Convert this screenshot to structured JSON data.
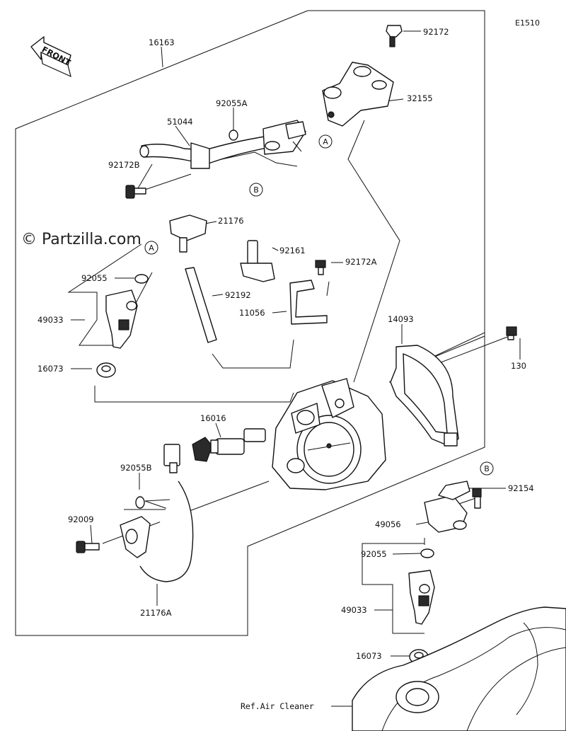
{
  "diagram": {
    "code": "E1510",
    "watermark": "© Partzilla.com",
    "front_label": "FRONT",
    "ref_note": "Ref.Air Cleaner",
    "markers": [
      "A",
      "B"
    ],
    "parts": [
      {
        "number": "16163"
      },
      {
        "number": "92172"
      },
      {
        "number": "32155"
      },
      {
        "number": "92055A"
      },
      {
        "number": "51044"
      },
      {
        "number": "92172B"
      },
      {
        "number": "21176"
      },
      {
        "number": "92161"
      },
      {
        "number": "92172A"
      },
      {
        "number": "92055"
      },
      {
        "number": "92192"
      },
      {
        "number": "49033"
      },
      {
        "number": "11056"
      },
      {
        "number": "14093"
      },
      {
        "number": "16073"
      },
      {
        "number": "130"
      },
      {
        "number": "16016"
      },
      {
        "number": "92055B"
      },
      {
        "number": "92154"
      },
      {
        "number": "92009"
      },
      {
        "number": "49056"
      },
      {
        "number": "92055"
      },
      {
        "number": "49033"
      },
      {
        "number": "21176A"
      },
      {
        "number": "16073"
      }
    ]
  }
}
